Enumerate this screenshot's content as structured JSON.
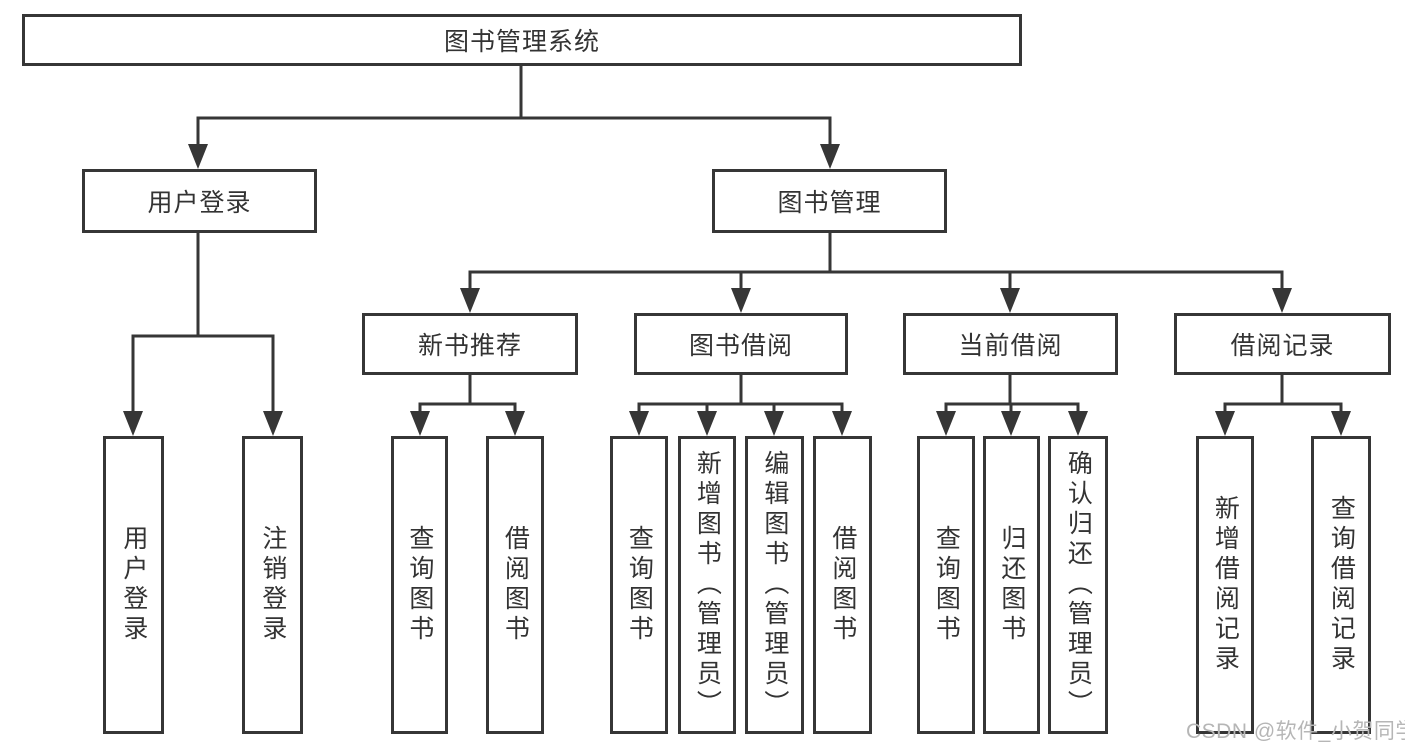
{
  "tree": {
    "label": "图书管理系统",
    "children": [
      {
        "label": "用户登录",
        "children": [
          {
            "label": "用户登录"
          },
          {
            "label": "注销登录"
          }
        ]
      },
      {
        "label": "图书管理",
        "children": [
          {
            "label": "新书推荐",
            "children": [
              {
                "label": "查询图书"
              },
              {
                "label": "借阅图书"
              }
            ]
          },
          {
            "label": "图书借阅",
            "children": [
              {
                "label": "查询图书"
              },
              {
                "label": "新增图书（管理员）"
              },
              {
                "label": "编辑图书（管理员）"
              },
              {
                "label": "借阅图书"
              }
            ]
          },
          {
            "label": "当前借阅",
            "children": [
              {
                "label": "查询图书"
              },
              {
                "label": "归还图书"
              },
              {
                "label": "确认归还（管理员）"
              }
            ]
          },
          {
            "label": "借阅记录",
            "children": [
              {
                "label": "新增借阅记录"
              },
              {
                "label": "查询借阅记录"
              }
            ]
          }
        ]
      }
    ]
  },
  "watermark": {
    "text": "CSDN @软件_小贺同学"
  },
  "colors": {
    "line": "#363636",
    "text": "#333333",
    "watermark": "#b6b6b6",
    "background": "#ffffff"
  }
}
